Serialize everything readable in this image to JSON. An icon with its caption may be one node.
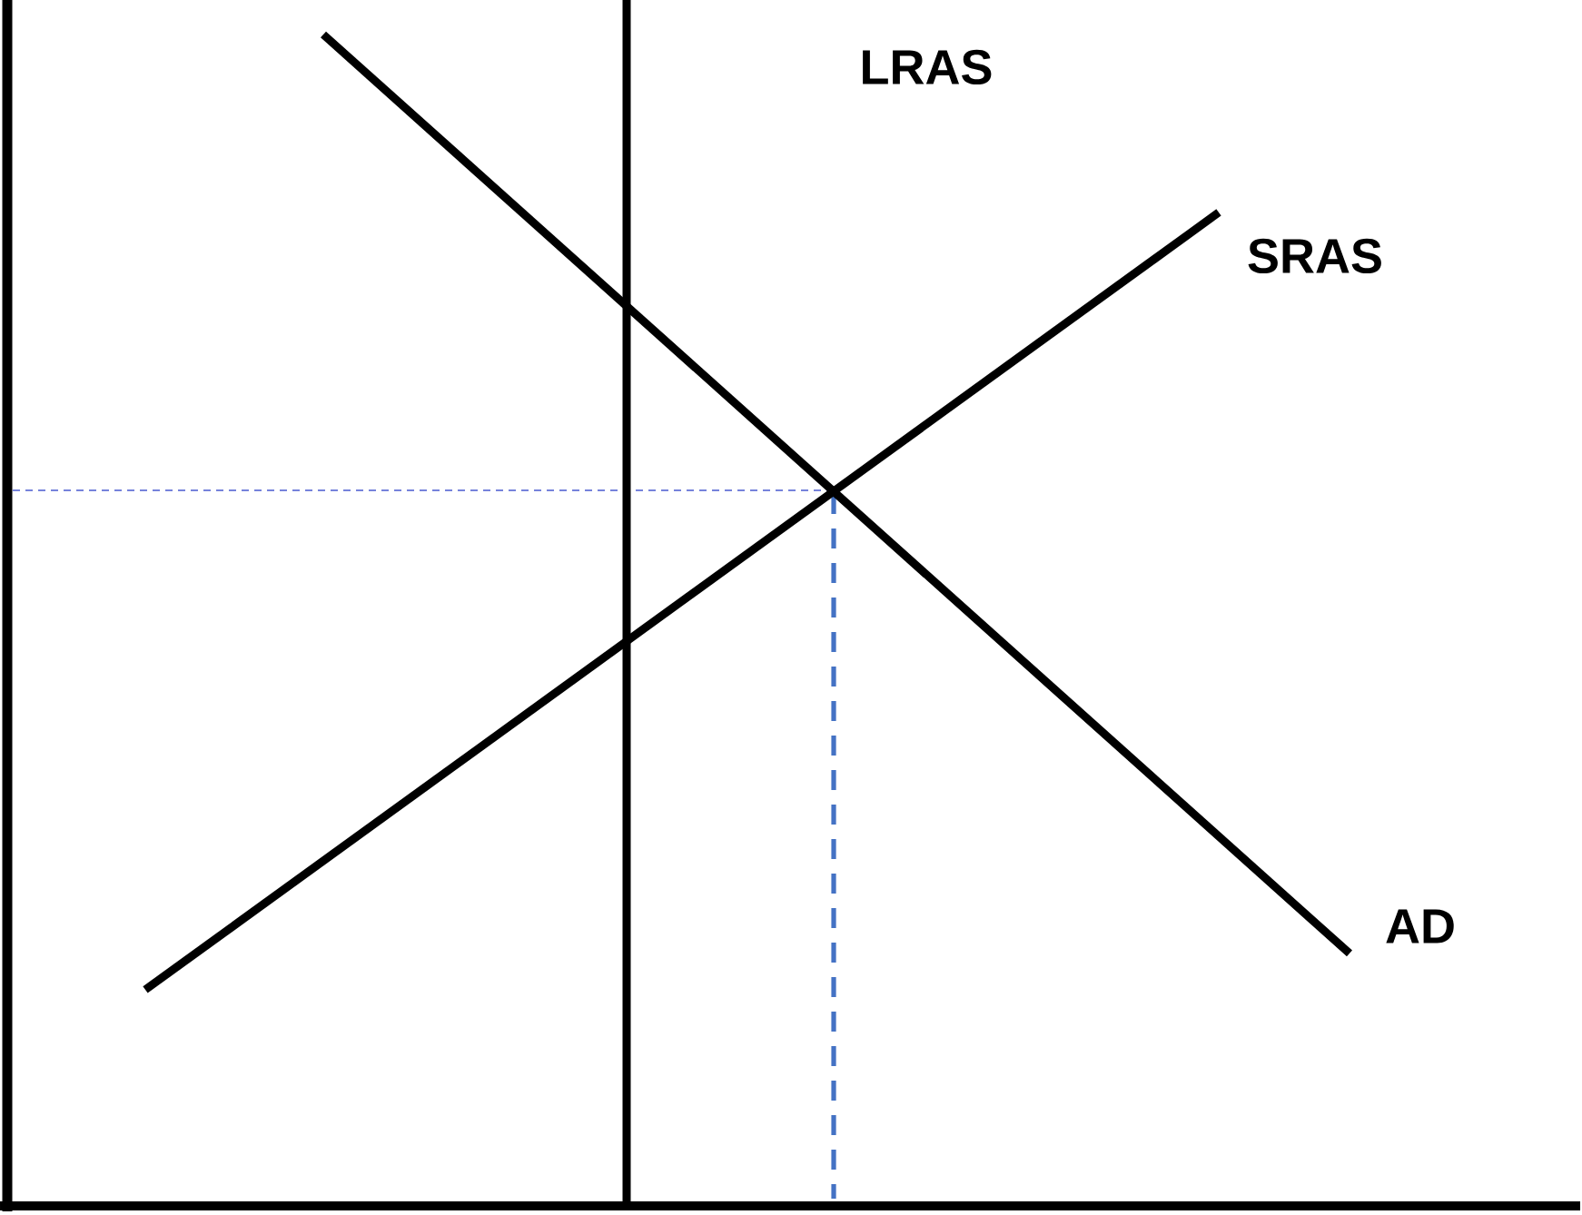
{
  "diagram": {
    "labels": [
      "LRAS",
      "SRAS",
      "AD"
    ]
  }
}
